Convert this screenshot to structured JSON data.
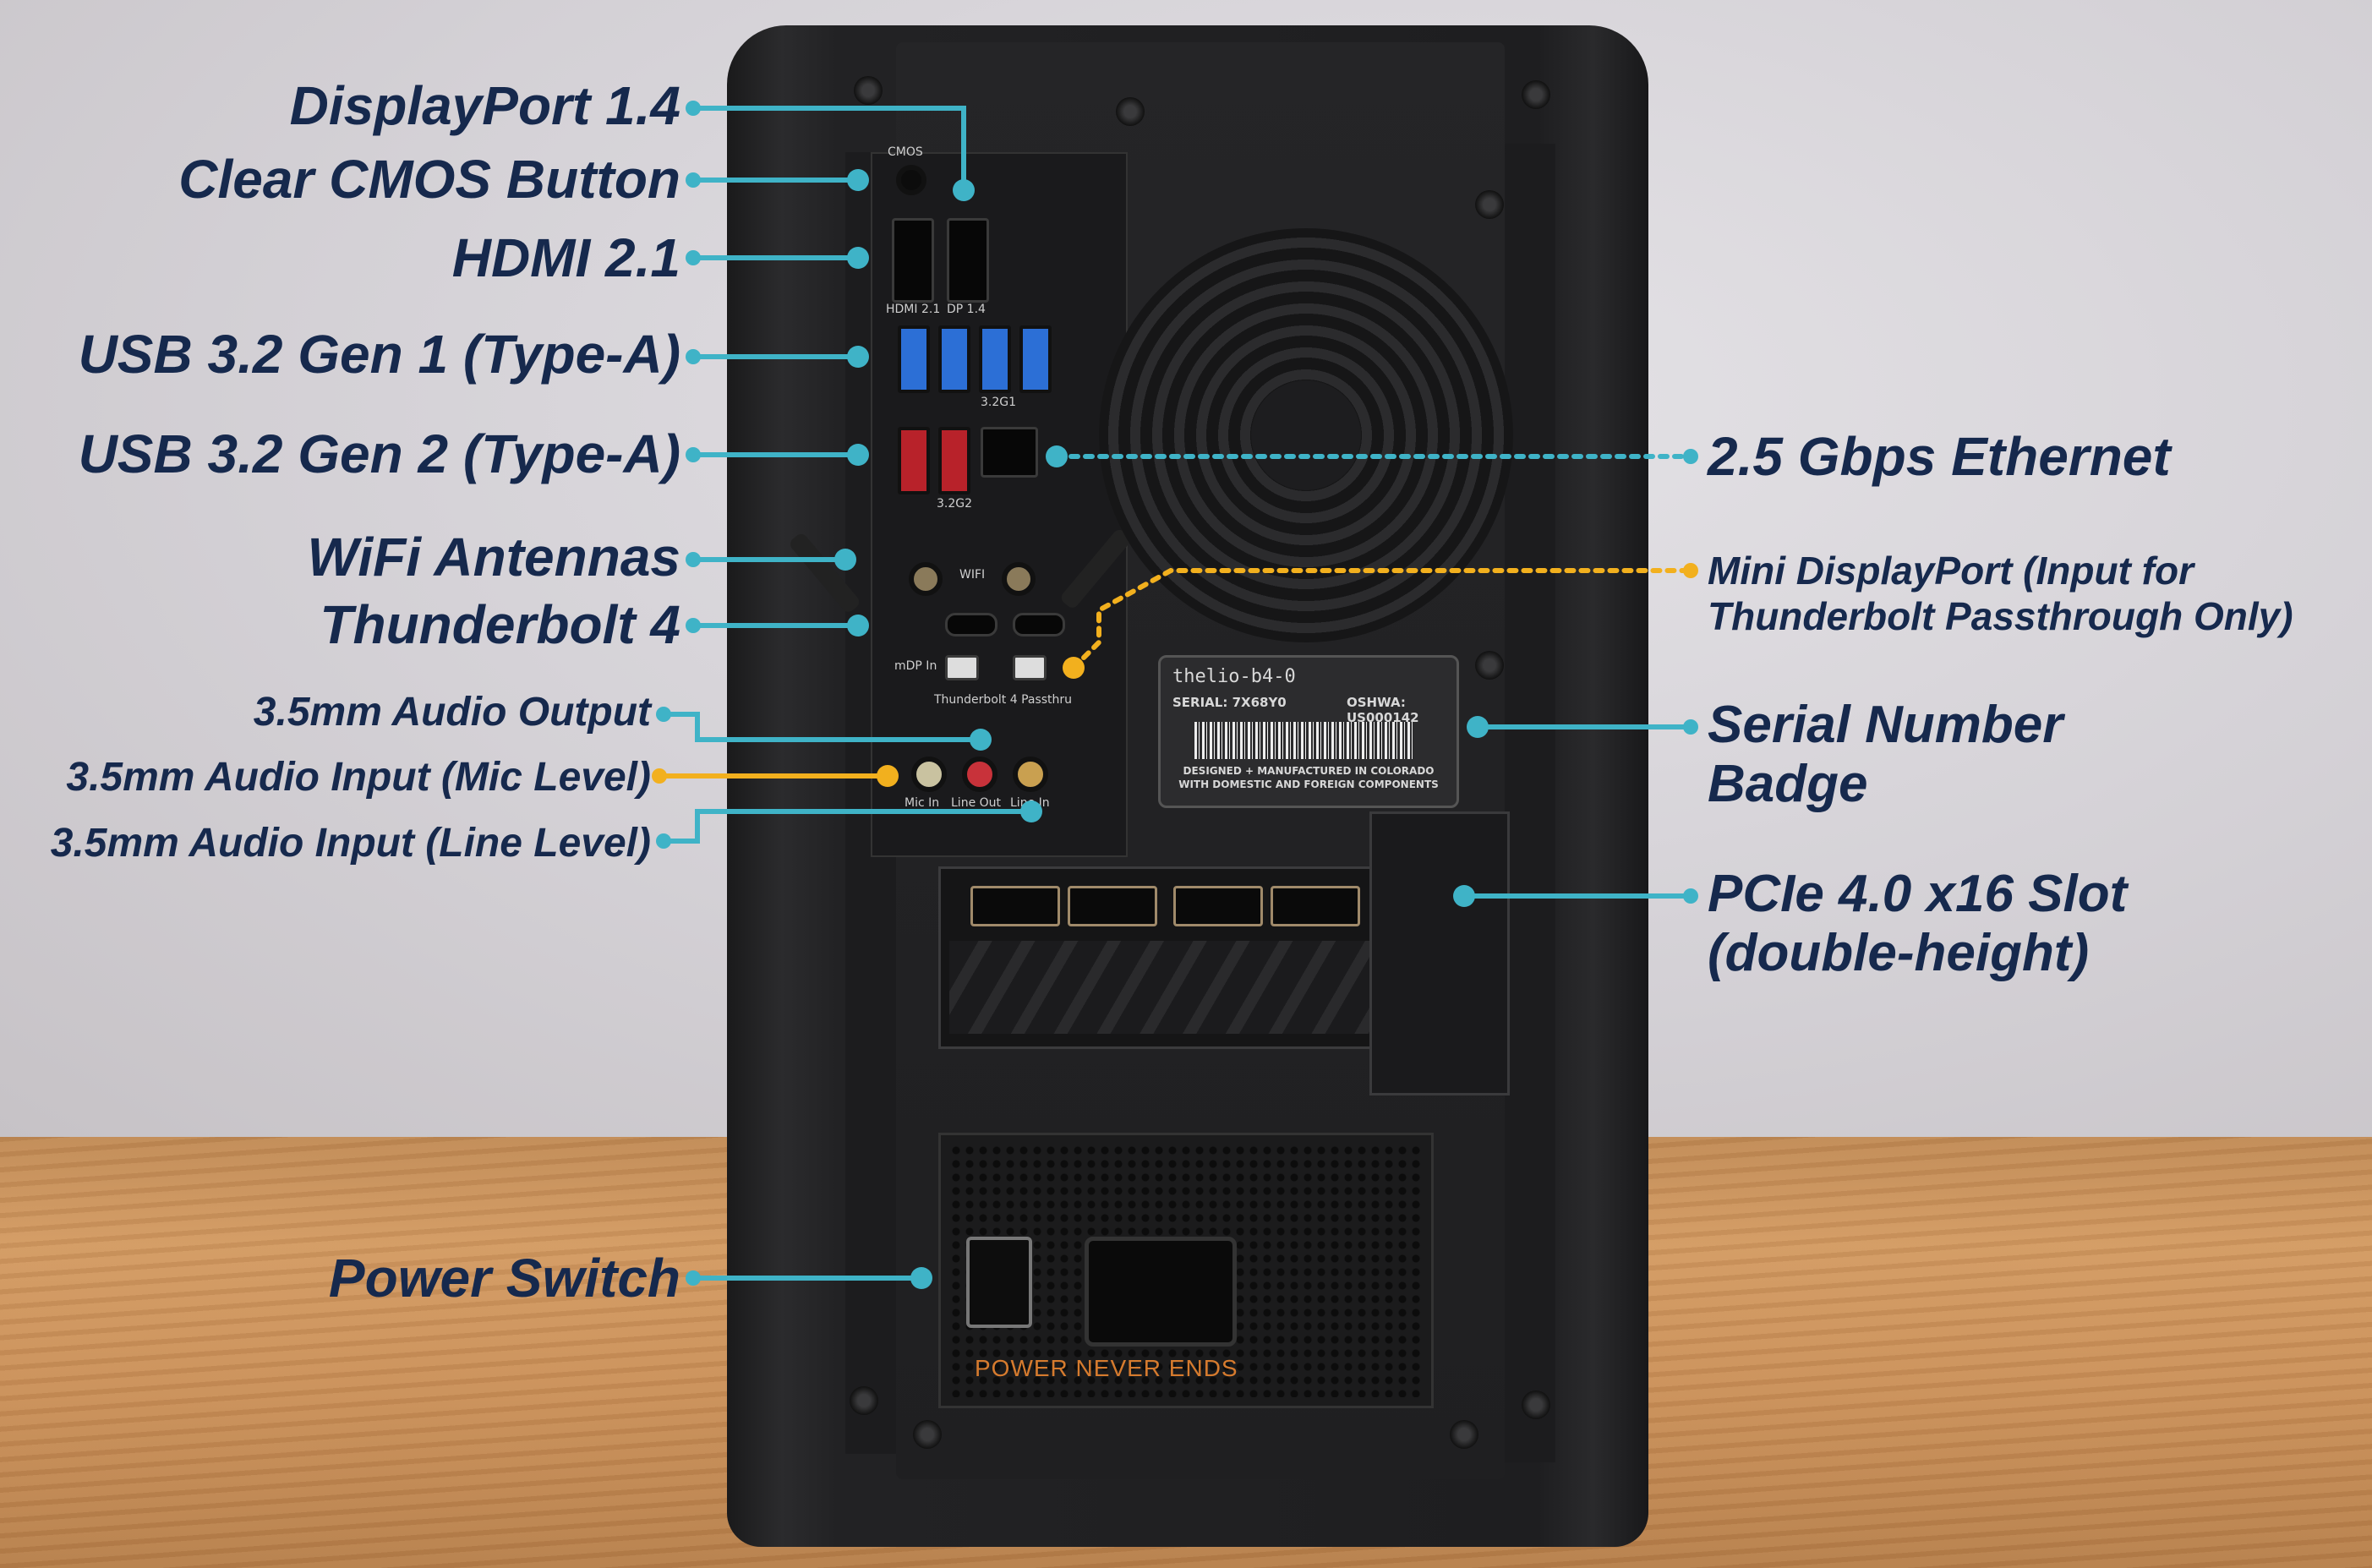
{
  "labels": {
    "displayport": "DisplayPort 1.4",
    "clear_cmos": "Clear CMOS Button",
    "hdmi": "HDMI 2.1",
    "usb_gen1": "USB 3.2 Gen 1 (Type-A)",
    "usb_gen2": "USB 3.2 Gen 2 (Type-A)",
    "wifi": "WiFi Antennas",
    "thunderbolt": "Thunderbolt 4",
    "audio_out": "3.5mm Audio Output",
    "audio_mic": "3.5mm Audio Input (Mic Level)",
    "audio_line": "3.5mm Audio Input (Line Level)",
    "power_switch": "Power Switch",
    "ethernet": "2.5 Gbps Ethernet",
    "mini_dp_line1": "Mini DisplayPort (Input for",
    "mini_dp_line2": "Thunderbolt Passthrough Only)",
    "serial_line1": "Serial Number",
    "serial_line2": "Badge",
    "pcie_line1": "PCIe 4.0 x16 Slot",
    "pcie_line2": "(double-height)"
  },
  "case_text": {
    "cmos": "CMOS",
    "hdmi_port": "HDMI 2.1",
    "dp_port": "DP 1.4",
    "usb_3g1": "3.2G1",
    "usb_3g2": "3.2G2",
    "wifi": "WIFI",
    "mdp_in": "mDP In",
    "tb4_passthru": "Thunderbolt 4  Passthru",
    "mic_in": "Mic In",
    "line_out": "Line  Out",
    "line_in": "Line In",
    "power_never_ends": "POWER NEVER ENDS"
  },
  "badge": {
    "model": "thelio-b4-0",
    "serial": "SERIAL: 7X68Y0",
    "oshwa": "OSHWA: US000142",
    "line1": "DESIGNED + MANUFACTURED IN COLORADO",
    "line2": "WITH DOMESTIC AND FOREIGN COMPONENTS"
  },
  "colors": {
    "label_text": "#16294d",
    "leader_teal": "#3fb3c7",
    "leader_orange": "#f2b01e"
  }
}
